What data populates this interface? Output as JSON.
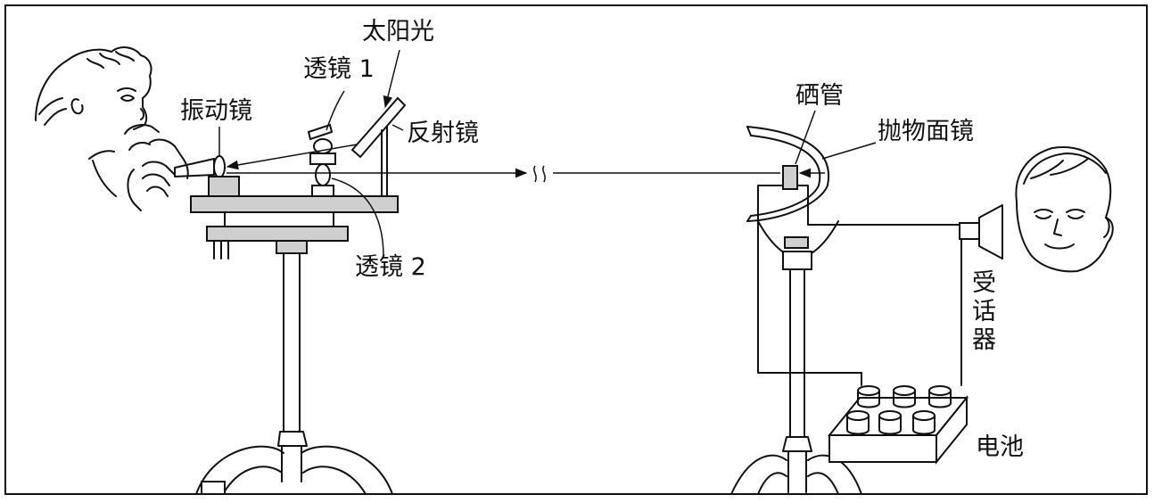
{
  "labels": {
    "sunlight": "太阳光",
    "lens1": "透镜 1",
    "vibrating_mirror": "振动镜",
    "reflector": "反射镜",
    "lens2": "透镜 2",
    "selenium_tube": "硒管",
    "parabolic_mirror": "抛物面镜",
    "receiver": "受话器",
    "receiver_chars": [
      "受",
      "话",
      "器"
    ],
    "battery": "电池"
  },
  "colors": {
    "line": "#111111",
    "fill_gray": "#cfcfcf",
    "background": "#ffffff"
  }
}
